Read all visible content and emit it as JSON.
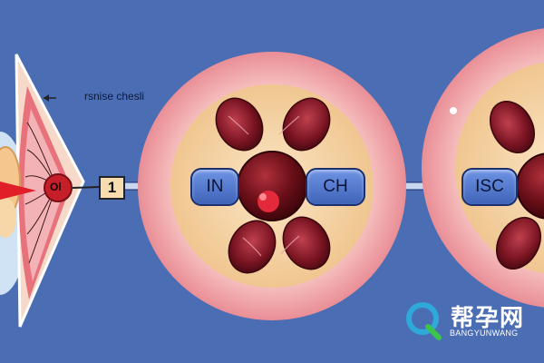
{
  "annotation": {
    "text": "rsnise chesli"
  },
  "center_mark": {
    "text": "Ol"
  },
  "number_box": {
    "text": "1"
  },
  "pills": [
    {
      "label": "IN"
    },
    {
      "label": "CH"
    },
    {
      "label": "ISC"
    }
  ],
  "watermark": {
    "chinese": "帮孕网",
    "english": "BANGYUNWANG"
  },
  "colors": {
    "background": "#4a6db3",
    "outer_ring": "#f0a5ad",
    "inner_disc": "#f5d6ae",
    "cell": "#8c1f2a",
    "pill": "#5a80d8"
  }
}
